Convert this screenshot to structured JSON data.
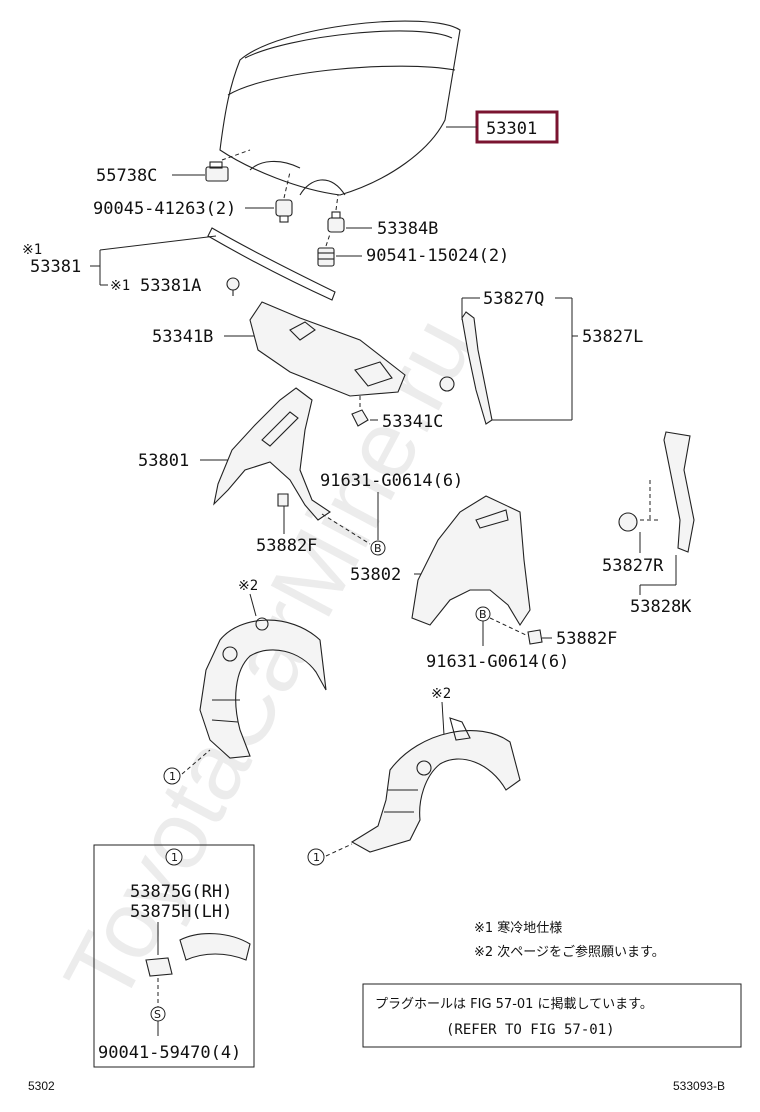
{
  "watermark": "ToyotaCarMine.ru",
  "labels": {
    "hood": "53301",
    "hood_cushion_55738c": "55738C",
    "bolt_90045": "90045-41263(2)",
    "cushion_53384b": "53384B",
    "grommet_90541": "90541-15024(2)",
    "seal_group_mark": "※1",
    "seal_53381": "53381",
    "seal_53381a_mark": "※1",
    "seal_53381a": "53381A",
    "insulator_53341b": "53341B",
    "clip_53341c": "53341C",
    "seal_53827q": "53827Q",
    "seal_53827l": "53827L",
    "fender_53801": "53801",
    "screw_91631_top": "91631-G0614(6)",
    "seal_53882f_left": "53882F",
    "fender_53802": "53802",
    "seal_53827r": "53827R",
    "seal_53828k": "53828K",
    "seal_53882f_right": "53882F",
    "screw_91631_bottom": "91631-G0614(6)",
    "liner_left_mark": "※2",
    "liner_right_mark": "※2",
    "inset_53875g": "53875G(RH)",
    "inset_53875h": "53875H(LH)",
    "inset_90041": "90041-59470(4)"
  },
  "callouts": {
    "one": "1",
    "b": "B",
    "s": "S"
  },
  "notes": {
    "note1": "※1  寒冷地仕様",
    "note2": "※2  次ページをご参照願います。"
  },
  "refer_box": {
    "line1": "プラグホールは FIG 57-01 に掲載しています。",
    "line2": "(REFER TO FIG 57-01)"
  },
  "footer": {
    "left": "5302",
    "right": "533093-B"
  }
}
